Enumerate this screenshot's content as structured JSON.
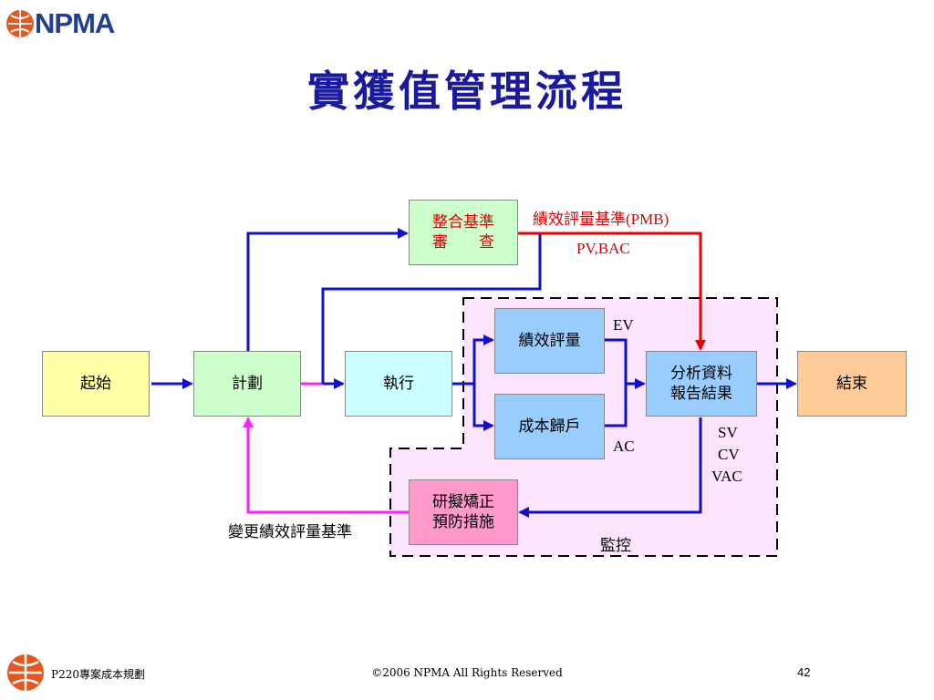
{
  "header": {
    "logo_text": "NPMA"
  },
  "title": "實獲值管理流程",
  "nodes": {
    "start": "起始",
    "plan": "計劃",
    "execute": "執行",
    "integrate_line1": "整合基準",
    "integrate_line2": "審　　查",
    "performance": "績效評量",
    "cost": "成本歸戶",
    "analysis_line1": "分析資料",
    "analysis_line2": "報告結果",
    "end": "結束",
    "corrective_line1": "研擬矯正",
    "corrective_line2": "預防措施"
  },
  "labels": {
    "pmb": "績效評量基準(PMB)",
    "pv_bac": "PV,BAC",
    "ev": "EV",
    "ac": "AC",
    "sv": "SV",
    "cv": "CV",
    "vac": "VAC",
    "change_baseline": "變更績效評量基準",
    "monitor": "監控"
  },
  "colors": {
    "title": "#1a1aa0",
    "flow_arrow": "#1111cc",
    "pmb_arrow": "#ee0000",
    "feedback_arrow": "#ff22ff",
    "monitor_region": "#fce4fc"
  },
  "footer": {
    "course": "P220專案成本規劃",
    "copyright": "©2006 NPMA  All Rights Reserved",
    "page": "42"
  }
}
